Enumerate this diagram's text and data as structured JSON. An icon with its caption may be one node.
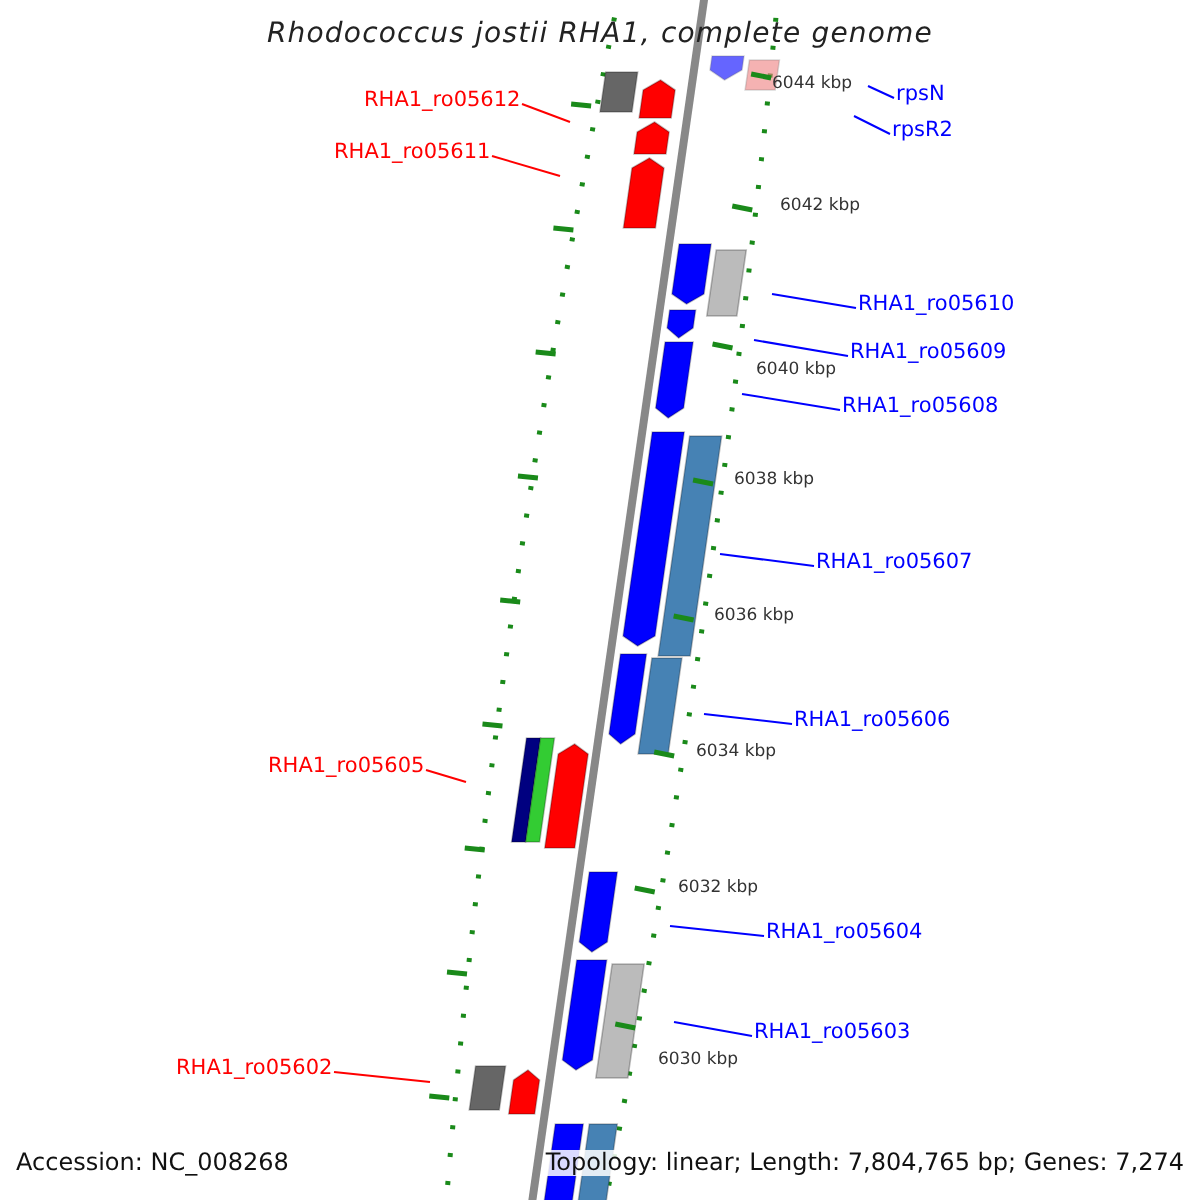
{
  "diagram": {
    "title": "Rhodococcus jostii RHA1, complete genome",
    "nodes": [
      {
        "text": [
          "RHA1_ro05612"
        ]
      },
      {
        "text": [
          "rpsN"
        ]
      },
      {
        "text": [
          "rpsR2"
        ]
      },
      {
        "text": [
          "RHA1_ro05611"
        ]
      },
      {
        "text": [
          "RHA1_ro05610"
        ]
      },
      {
        "text": [
          "RHA1_ro05609"
        ]
      },
      {
        "text": [
          "RHA1_ro05608"
        ]
      },
      {
        "text": [
          "RHA1_ro05607"
        ]
      },
      {
        "text": [
          "RHA1_ro05606"
        ]
      },
      {
        "text": [
          "RHA1_ro05605"
        ]
      },
      {
        "text": [
          "RHA1_ro05604"
        ]
      },
      {
        "text": [
          "RHA1_ro05603"
        ]
      },
      {
        "text": [
          "RHA1_ro05602"
        ]
      }
    ],
    "edges": [
      {
        "from": 0,
        "to": null,
        "arrow": "none",
        "color": "#ff0000"
      },
      {
        "from": 1,
        "to": null,
        "arrow": "none"
      },
      {
        "from": 2,
        "to": null,
        "arrow": "none"
      },
      {
        "from": 3,
        "to": null,
        "arrow": "none",
        "color": "#ff0000"
      },
      {
        "from": 4,
        "to": null,
        "arrow": "none"
      },
      {
        "from": 5,
        "to": null,
        "arrow": "none"
      },
      {
        "from": 6,
        "to": null,
        "arrow": "none"
      },
      {
        "from": 7,
        "to": null,
        "arrow": "none"
      },
      {
        "from": 8,
        "to": null,
        "arrow": "none"
      },
      {
        "from": 9,
        "to": null,
        "arrow": "none",
        "color": "#ff0000"
      },
      {
        "from": 10,
        "to": null,
        "arrow": "none"
      },
      {
        "from": 11,
        "to": null,
        "arrow": "none"
      },
      {
        "from": 12,
        "to": null,
        "arrow": "none",
        "color": "#ff0000"
      }
    ],
    "labels": [
      "6044 kbp",
      "6042 kbp",
      "6040 kbp",
      "6038 kbp",
      "6036 kbp",
      "6034 kbp",
      "6032 kbp",
      "6030 kbp",
      "Accession: NC_008268",
      "Topology: linear; Length: 7,804,765 bp; Genes: 7,274"
    ]
  }
}
